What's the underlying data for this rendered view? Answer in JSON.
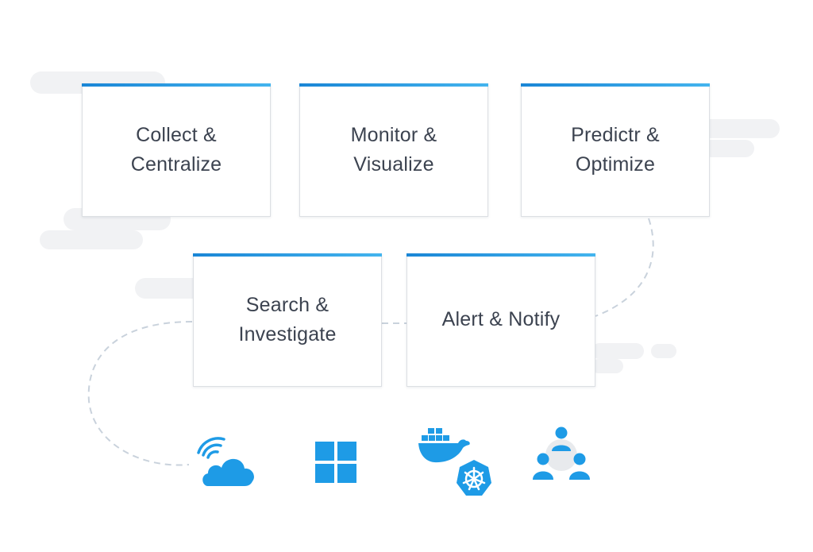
{
  "cards": [
    {
      "label": "Collect &\nCentralize"
    },
    {
      "label": "Monitor &\nVisualize"
    },
    {
      "label": "Predictr &\nOptimize"
    },
    {
      "label": "Search &\nInvestigate"
    },
    {
      "label": "Alert & Notify"
    }
  ],
  "colors": {
    "accent_start": "#1a86d6",
    "accent_end": "#43b4ee",
    "icon": "#1e9be6",
    "connector": "#c9d2dc",
    "label": "#3c4350",
    "background_blob": "#f1f2f4"
  },
  "icons": [
    "cloud-wifi-icon",
    "windows-icon",
    "docker-icon",
    "kubernetes-icon",
    "team-icon"
  ]
}
